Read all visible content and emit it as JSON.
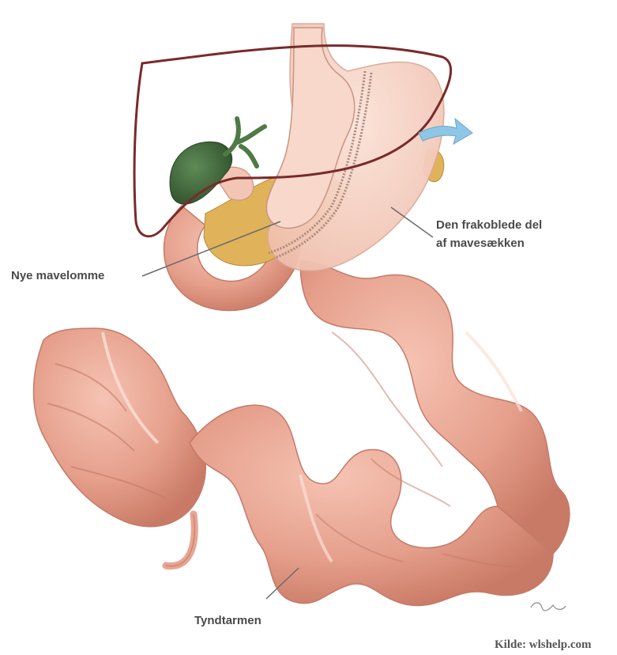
{
  "labels": {
    "new_pouch": "Nye mavelomme",
    "detached_line1": "Den frakoblede del",
    "detached_line2": "af mavesækken",
    "small_intestine": "Tyndtarmen"
  },
  "credit": "Kilde: wlshelp.com",
  "colors": {
    "intestine": "#e8a591",
    "intestine_dark": "#c47a68",
    "stomach": "#f4cdbd",
    "liver_outline": "#7a2a2a",
    "gallbladder": "#3f6b3c",
    "pancreas": "#e0b35a",
    "arrow": "#8ec6e6",
    "pointer": "#6b6b6b"
  },
  "icons": [
    "flow-arrow-icon",
    "artist-signature"
  ]
}
